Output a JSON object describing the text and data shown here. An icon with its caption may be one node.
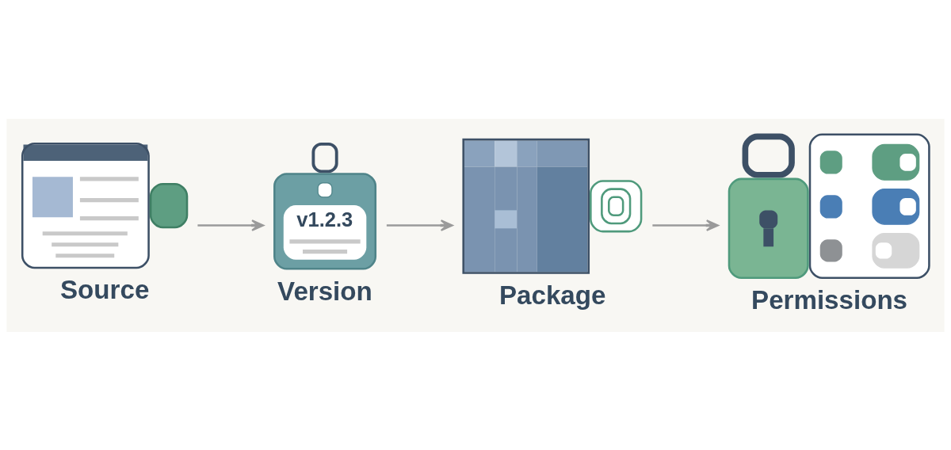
{
  "diagram": {
    "nodes": [
      {
        "text": [
          "Source"
        ]
      },
      {
        "text": [
          "v1.2.3",
          "Version"
        ]
      },
      {
        "text": [
          "Package"
        ]
      },
      {
        "text": [
          "Permissions"
        ]
      }
    ],
    "edges": [
      {
        "from": 0,
        "to": 1,
        "arrow": "to"
      },
      {
        "from": 1,
        "to": 2,
        "arrow": "to"
      },
      {
        "from": 2,
        "to": 3,
        "arrow": "to"
      }
    ]
  }
}
